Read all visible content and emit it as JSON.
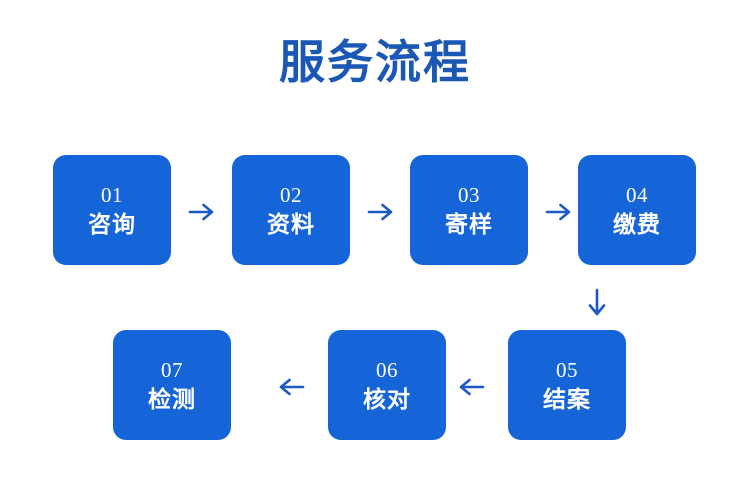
{
  "page": {
    "title": "服务流程",
    "background_color": "#FFFFFF",
    "title_color": "#1B57B5",
    "box_color": "#1565D8",
    "box_text_color": "#FFFFFF",
    "arrow_color": "#1C59C4"
  },
  "flow": {
    "rows": [
      {
        "direction": "left-to-right",
        "steps": [
          {
            "number": "01",
            "label": "咨询"
          },
          {
            "number": "02",
            "label": "资料"
          },
          {
            "number": "03",
            "label": "寄样"
          },
          {
            "number": "04",
            "label": "缴费"
          }
        ],
        "connectors": [
          "arrow-right-icon",
          "arrow-right-icon",
          "arrow-right-icon"
        ]
      },
      {
        "direction": "right-to-left",
        "steps": [
          {
            "number": "07",
            "label": "检测"
          },
          {
            "number": "06",
            "label": "核对"
          },
          {
            "number": "05",
            "label": "结案"
          }
        ],
        "connectors": [
          "arrow-left-icon",
          "arrow-left-icon"
        ]
      }
    ],
    "row_connector": "arrow-down-icon"
  }
}
